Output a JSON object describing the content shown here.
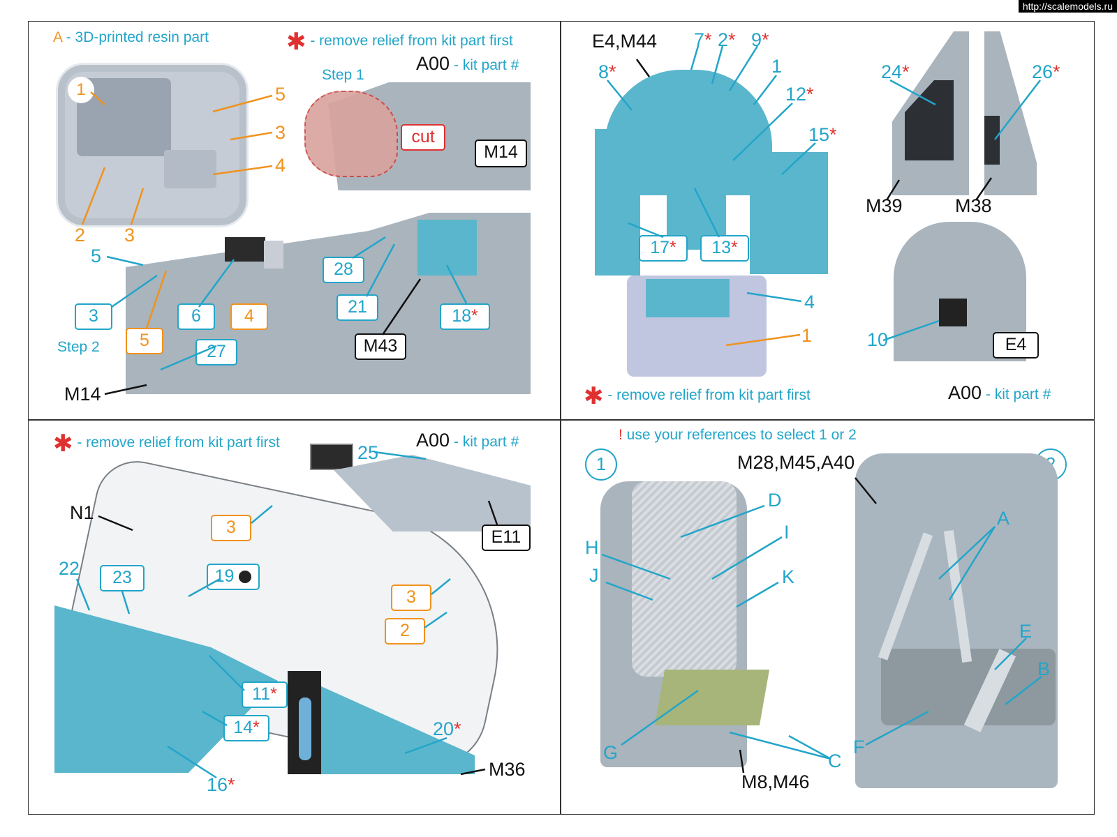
{
  "url": "http://scalemodels.ru",
  "q1": {
    "legend_letter": "A",
    "legend_text": " - 3D-printed resin part",
    "remove_text": " - remove relief from kit part first",
    "kitpart_code": "A00",
    "kitpart_text": " - kit part #",
    "step1": "Step 1",
    "step2": "Step 2",
    "cut": "cut",
    "m14_box": "M14",
    "m14_label": "M14",
    "m43": "M43",
    "tray_1": "1",
    "tray_5": "5",
    "tray_3a": "3",
    "tray_4": "4",
    "tray_2": "2",
    "tray_3b": "3",
    "c5": "5",
    "c3": "3",
    "c6": "6",
    "c4": "4",
    "c5b": "5",
    "c27": "27",
    "c28": "28",
    "c21": "21",
    "c18": "18"
  },
  "q2": {
    "e4m44": "E4,M44",
    "n7": "7",
    "n2": "2",
    "n9": "9",
    "n8": "8",
    "n1": "1",
    "n12": "12",
    "n15": "15",
    "n17": "17",
    "n13": "13",
    "n4": "4",
    "n1b": "1",
    "remove_text": " - remove relief from kit part first",
    "n24": "24",
    "n26": "26",
    "m39": "M39",
    "m38": "M38",
    "n10": "10",
    "e4": "E4",
    "kitpart_code": "A00",
    "kitpart_text": " - kit part #"
  },
  "q3": {
    "remove_text": " - remove relief from kit part first",
    "kitpart_code": "A00",
    "kitpart_text": " - kit part #",
    "n25": "25",
    "n1": "N1",
    "e11": "E11",
    "c3a": "3",
    "n22": "22",
    "c23": "23",
    "c19": "19",
    "c3b": "3",
    "c2": "2",
    "c11": "11",
    "c14": "14",
    "n16": "16",
    "n20": "20",
    "m36": "M36"
  },
  "q4": {
    "excl": "!",
    "title": " use your references to select 1 or 2",
    "opt1": "1",
    "opt2": "2",
    "codes_top": "M28,M45,A40",
    "codes_bottom": "M8,M46",
    "D": "D",
    "H": "H",
    "I": "I",
    "J": "J",
    "K": "K",
    "G": "G",
    "C": "C",
    "A": "A",
    "E": "E",
    "B": "B",
    "F": "F"
  },
  "colors": {
    "blue": "#22a5c9",
    "orange": "#f0921d",
    "red": "#e03131",
    "panel_cyan": "#5ab6cc",
    "kit_grey": "#a9b4bd"
  }
}
